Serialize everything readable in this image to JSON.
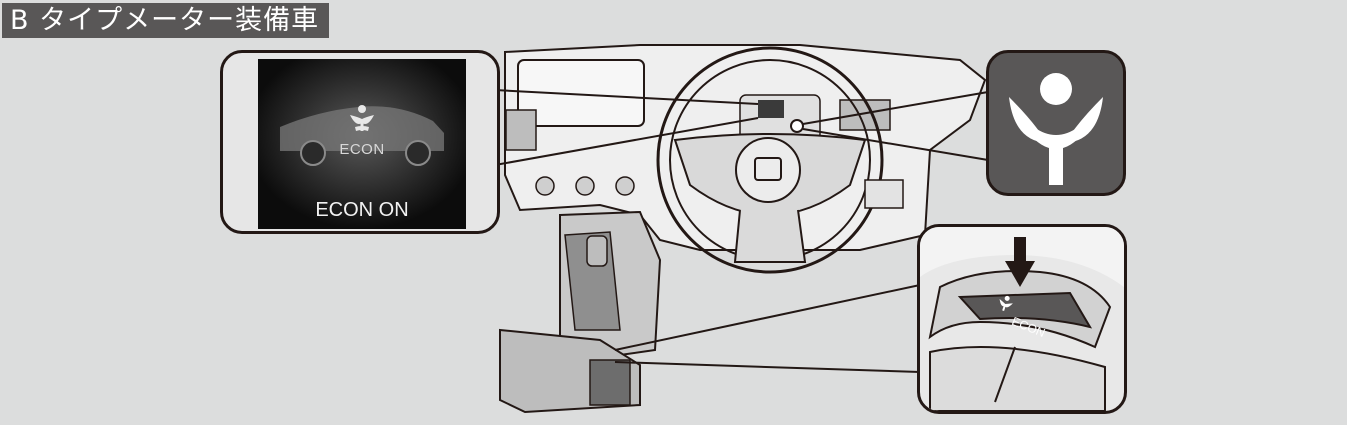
{
  "section_label": "B タイプメーター装備車",
  "meter_display": {
    "indicator_text": "ECON",
    "message": "ECON ON"
  },
  "switch": {
    "label": "ECON"
  },
  "icons": {
    "econ_indicator": "econ-sprout-icon",
    "press_arrow": "arrow-down-icon"
  },
  "colors": {
    "background": "#dcdddd",
    "label_tab": "#595757",
    "indicator_bg": "#595757",
    "screen_bg": "#0c0c0c",
    "outline": "#231815"
  }
}
